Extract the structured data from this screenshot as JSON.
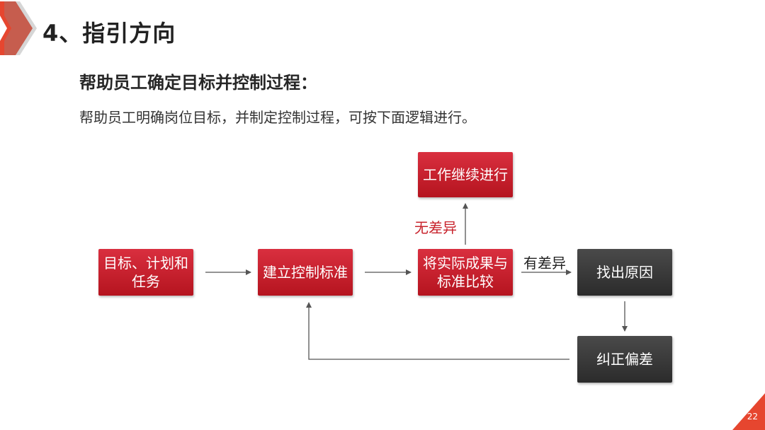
{
  "header": {
    "title": "4、指引方向"
  },
  "content": {
    "subtitle": "帮助员工确定目标并控制过程：",
    "description": "帮助员工明确岗位目标，并制定控制过程，可按下面逻辑进行。"
  },
  "flowchart": {
    "nodes": {
      "goals": "目标、计划和任务",
      "standards": "建立控制标准",
      "compare": "将实际成果与标准比较",
      "continue": "工作继续进行",
      "find_cause": "找出原因",
      "correct": "纠正偏差"
    },
    "edge_labels": {
      "no_difference": "无差异",
      "has_difference": "有差异"
    }
  },
  "footer": {
    "page_number": "22"
  },
  "colors": {
    "accent_red": "#c8232c",
    "dark_box": "#333333",
    "connector": "#555555"
  }
}
